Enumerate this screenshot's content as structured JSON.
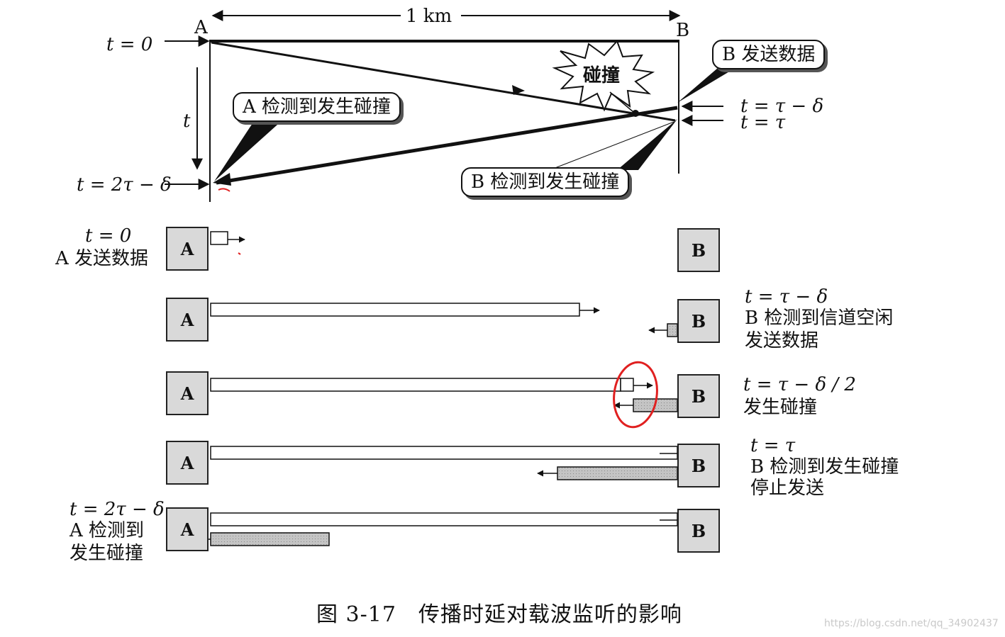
{
  "top": {
    "distance": "1 km",
    "label_a": "A",
    "label_b": "B",
    "t_zero": "t = 0",
    "t_axis": "t",
    "t_end": "t = 2τ − δ",
    "t_tau_minus_delta": "t = τ − δ",
    "t_tau": "t = τ",
    "collision": "碰撞",
    "callout_b_send": "B 发送数据",
    "callout_a_detect": "A 检测到发生碰撞",
    "callout_b_detect": "B 检测到发生碰撞"
  },
  "rows": [
    {
      "node_a": "A",
      "node_b": "B",
      "left_time": "t = 0",
      "left_desc": "A 发送数据"
    },
    {
      "node_a": "A",
      "node_b": "B",
      "right_time": "t = τ − δ",
      "right_desc1": "B 检测到信道空闲",
      "right_desc2": "发送数据"
    },
    {
      "node_a": "A",
      "node_b": "B",
      "right_time": "t = τ − δ / 2",
      "right_desc1": "发生碰撞"
    },
    {
      "node_a": "A",
      "node_b": "B",
      "right_time": "t = τ",
      "right_desc1": "B 检测到发生碰撞",
      "right_desc2": "停止发送"
    },
    {
      "node_a": "A",
      "node_b": "B",
      "left_time": "t = 2τ − δ",
      "left_desc1": "A 检测到",
      "left_desc2": "发生碰撞"
    }
  ],
  "caption": "图 3-17　传播时延对载波监听的影响",
  "watermark": "https://blog.csdn.net/qq_34902437",
  "colors": {
    "ink": "#111111",
    "signal_gray": "#bdbdbd",
    "node_gray": "#d9d9d9",
    "annotation_red": "#e02020"
  }
}
